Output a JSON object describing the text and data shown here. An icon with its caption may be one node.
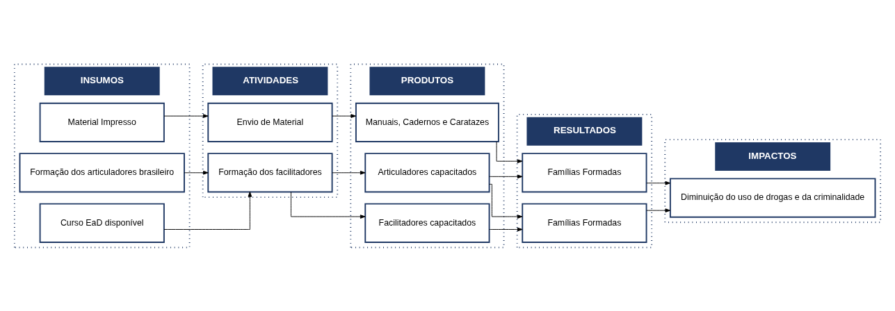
{
  "diagram": {
    "nodes": [
      {
        "text": [
          "INSUMOS"
        ]
      },
      {
        "text": [
          "Material Impresso"
        ],
        "in": 0
      },
      {
        "text": [
          "Formação dos articuladores brasileiro"
        ],
        "in": 0
      },
      {
        "text": [
          "Curso EaD disponível"
        ],
        "in": 0
      },
      {
        "text": [
          "ATIVIDADES"
        ]
      },
      {
        "text": [
          "Envio de Material"
        ],
        "in": 4
      },
      {
        "text": [
          "Formação dos facilitadores"
        ],
        "in": 4
      },
      {
        "text": [
          "PRODUTOS"
        ]
      },
      {
        "text": [
          "Manuais, Cadernos e Caratazes"
        ],
        "in": 7
      },
      {
        "text": [
          "Articuladores capacitados"
        ],
        "in": 7
      },
      {
        "text": [
          "Facilitadores capacitados"
        ],
        "in": 7
      },
      {
        "text": [
          "RESULTADOS"
        ]
      },
      {
        "text": [
          "Famílias Formadas"
        ],
        "in": 11
      },
      {
        "text": [
          "Famílias Formadas"
        ],
        "in": 11
      },
      {
        "text": [
          "IMPACTOS"
        ]
      },
      {
        "text": [
          "Diminuição do uso de drogas e da criminalidade"
        ],
        "in": 14
      }
    ],
    "edges": [
      {
        "from": 1,
        "to": 5,
        "arrow": "to"
      },
      {
        "from": 2,
        "to": 6,
        "arrow": "to"
      },
      {
        "from": 3,
        "to": 6,
        "arrow": "to"
      },
      {
        "from": 5,
        "to": 8,
        "arrow": "to"
      },
      {
        "from": 6,
        "to": 9,
        "arrow": "to"
      },
      {
        "from": 6,
        "to": 10,
        "arrow": "to"
      },
      {
        "from": 8,
        "to": 12,
        "arrow": "to"
      },
      {
        "from": 9,
        "to": 12,
        "arrow": "to"
      },
      {
        "from": 9,
        "to": 13,
        "arrow": "to"
      },
      {
        "from": 10,
        "to": 13,
        "arrow": "to"
      },
      {
        "from": 12,
        "to": 15,
        "arrow": "to"
      },
      {
        "from": 13,
        "to": 15,
        "arrow": "to"
      }
    ]
  }
}
